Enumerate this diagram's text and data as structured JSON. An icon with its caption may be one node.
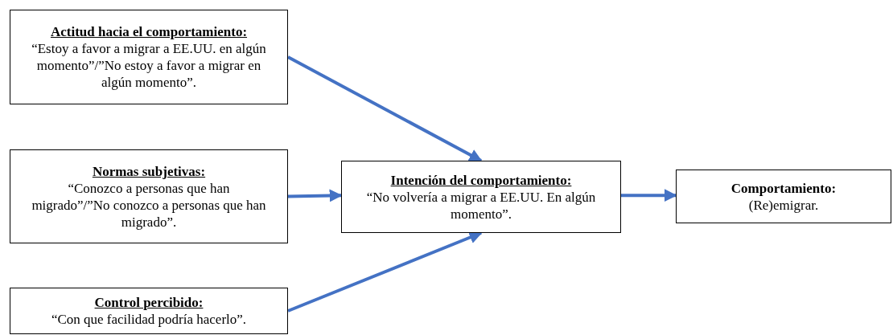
{
  "diagram": {
    "nodes": [
      {
        "text": [
          "Actitud hacia el comportamiento:",
          "“Estoy a favor a migrar a EE.UU. en algún momento”/”No estoy a favor a migrar en algún momento”."
        ]
      },
      {
        "text": [
          "Normas subjetivas:",
          "“Conozco a personas que han migrado”/”No conozco a personas que han migrado”."
        ]
      },
      {
        "text": [
          "Intención del comportamiento:",
          "“No volvería a migrar a EE.UU. En algún momento”."
        ]
      },
      {
        "text": [
          "Comportamiento:",
          "(Re)emigrar."
        ]
      },
      {
        "text": [
          "Control percibido:",
          "“Con que facilidad podría hacerlo”."
        ]
      }
    ],
    "edges": [
      {
        "from": 0,
        "to": 2,
        "arrow": "to"
      },
      {
        "from": 1,
        "to": 2,
        "arrow": "to"
      },
      {
        "from": 4,
        "to": 2,
        "arrow": "to"
      },
      {
        "from": 2,
        "to": 3,
        "arrow": "to"
      }
    ]
  }
}
